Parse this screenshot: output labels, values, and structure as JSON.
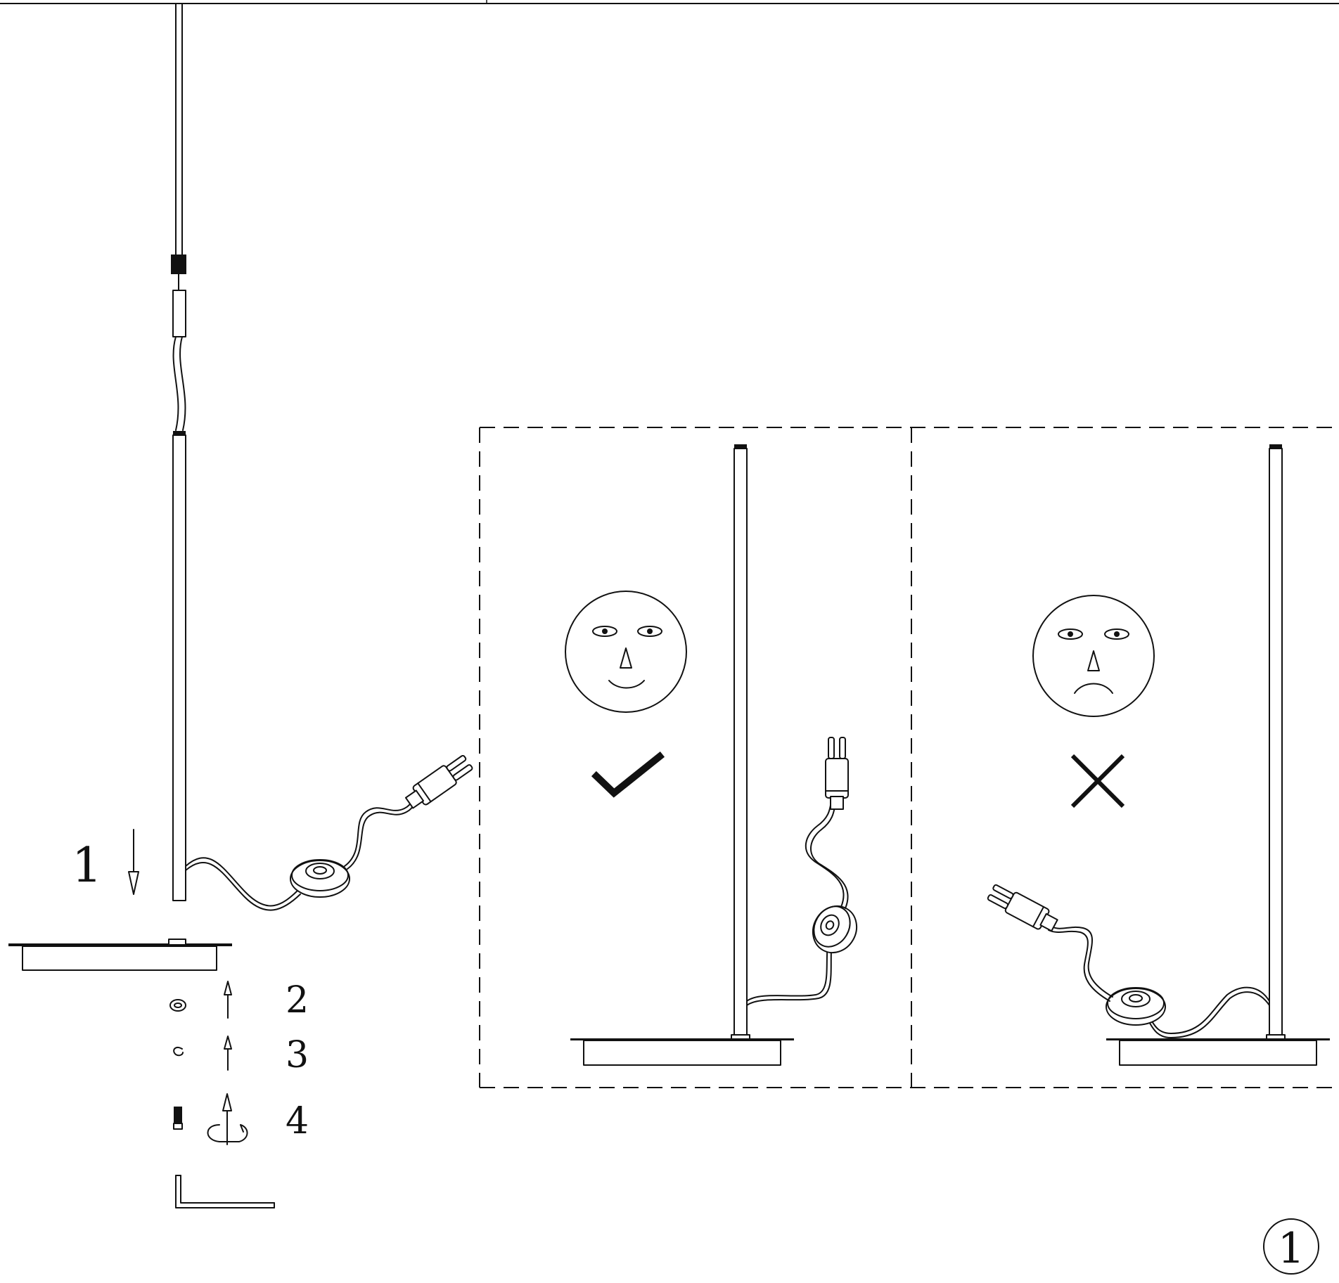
{
  "steps": {
    "step1": "1",
    "step2": "2",
    "step3": "3",
    "step4": "4"
  },
  "page_marker": "1",
  "panels": {
    "correct": {
      "face": "smiling-face",
      "mark": "check-mark"
    },
    "incorrect": {
      "face": "frowning-face",
      "mark": "cross-mark"
    }
  },
  "colors": {
    "line": "#111111",
    "background": "#ffffff"
  }
}
